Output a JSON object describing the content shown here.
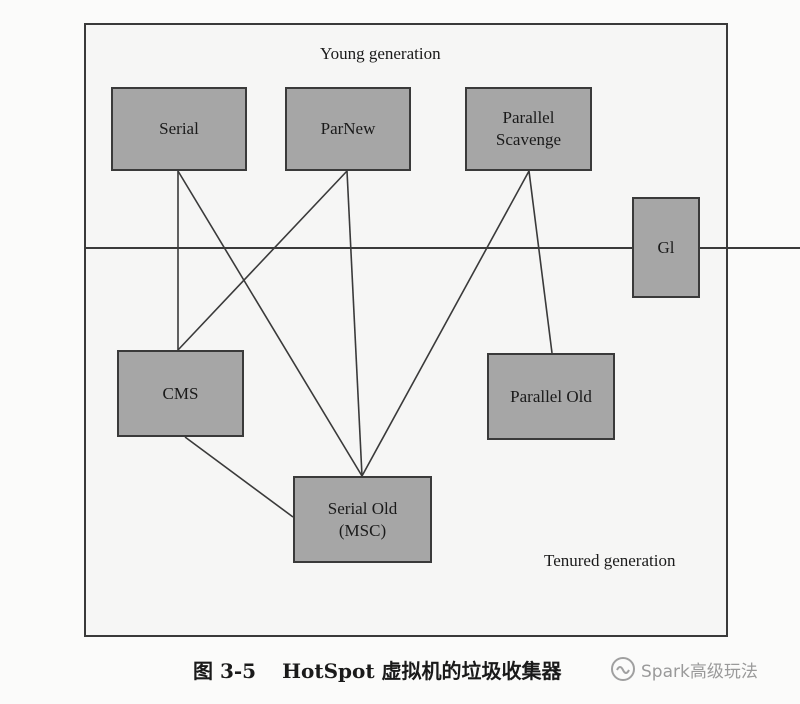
{
  "diagram": {
    "young_label": "Young generation",
    "tenured_label": "Tenured generation",
    "collectors": {
      "serial": "Serial",
      "parnew": "ParNew",
      "parallel_scavenge": "Parallel\nScavenge",
      "g1": "Gl",
      "cms": "CMS",
      "parallel_old": "Parallel Old",
      "serial_old": "Serial Old\n(MSC)"
    },
    "connections": [
      [
        "serial",
        "cms"
      ],
      [
        "serial",
        "serial_old"
      ],
      [
        "parnew",
        "cms"
      ],
      [
        "parnew",
        "serial_old"
      ],
      [
        "parallel_scavenge",
        "serial_old"
      ],
      [
        "parallel_scavenge",
        "parallel_old"
      ],
      [
        "cms",
        "serial_old"
      ]
    ],
    "colors": {
      "box_fill": "#a6a6a6",
      "line": "#3a3a3a"
    }
  },
  "caption": {
    "figure_number": "图 3-5",
    "title": "HotSpot 虚拟机的垃圾收集器"
  },
  "watermark": {
    "icon": "wechat-channel-icon",
    "text": "Spark高级玩法"
  }
}
